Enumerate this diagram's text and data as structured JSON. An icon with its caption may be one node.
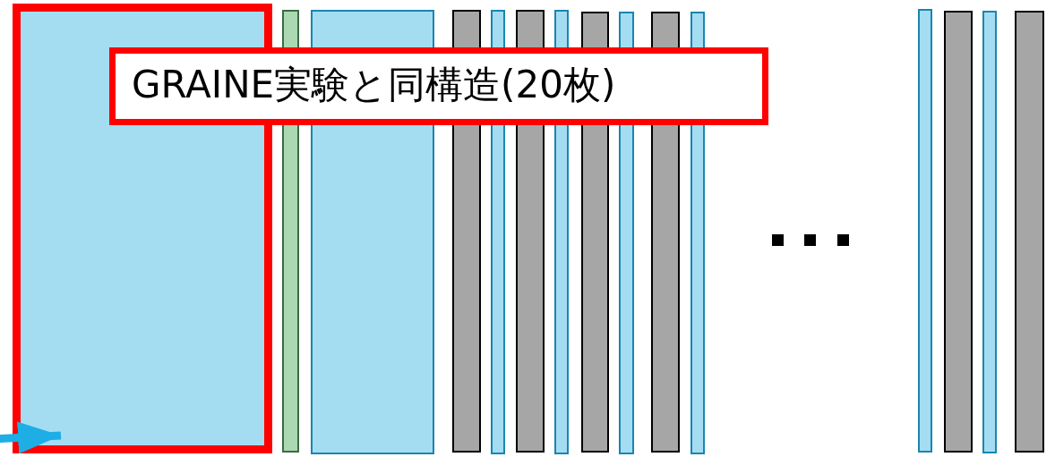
{
  "diagram": {
    "nodes": [
      {
        "text": [
          "GRAINE実験と同構造(20枚)"
        ]
      },
      {
        "text": [],
        "shape": "box"
      }
    ],
    "edges": [
      {
        "from": null,
        "to": 1,
        "arrow": "to"
      }
    ]
  }
}
